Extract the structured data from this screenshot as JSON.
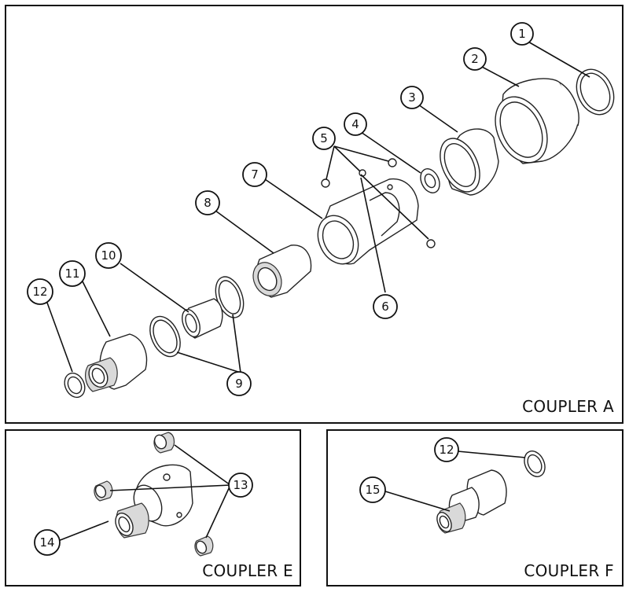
{
  "panels": {
    "a": {
      "label": "COUPLER A"
    },
    "e": {
      "label": "COUPLER E"
    },
    "f": {
      "label": "COUPLER F"
    }
  },
  "callouts": {
    "c1": "1",
    "c2": "2",
    "c3": "3",
    "c4": "4",
    "c5": "5",
    "c6": "6",
    "c7": "7",
    "c8": "8",
    "c9": "9",
    "c10": "10",
    "c11": "11",
    "c12": "12",
    "c13": "13",
    "c14": "14",
    "c12f": "12",
    "c15": "15"
  }
}
